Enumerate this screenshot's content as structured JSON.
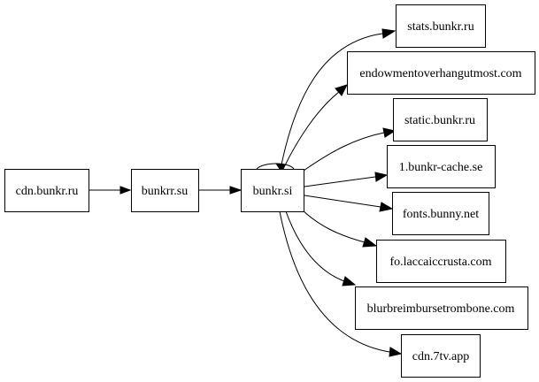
{
  "graph": {
    "nodes": [
      {
        "id": "cdn_bunkr_ru",
        "label": "cdn.bunkr.ru"
      },
      {
        "id": "bunkrr_su",
        "label": "bunkrr.su"
      },
      {
        "id": "bunkr_si",
        "label": "bunkr.si"
      },
      {
        "id": "stats_bunkr_ru",
        "label": "stats.bunkr.ru"
      },
      {
        "id": "endowment",
        "label": "endowmentoverhangutmost.com"
      },
      {
        "id": "static_bunkr_ru",
        "label": "static.bunkr.ru"
      },
      {
        "id": "bunkr_cache",
        "label": "1.bunkr-cache.se"
      },
      {
        "id": "fonts_bunny",
        "label": "fonts.bunny.net"
      },
      {
        "id": "fo_laccaiccrusta",
        "label": "fo.laccaiccrusta.com"
      },
      {
        "id": "blurbreim",
        "label": "blurbreimbursetrombone.com"
      },
      {
        "id": "cdn_7tv",
        "label": "cdn.7tv.app"
      }
    ],
    "edges": [
      {
        "from": "cdn_bunkr_ru",
        "to": "bunkrr_su"
      },
      {
        "from": "bunkrr_su",
        "to": "bunkr_si"
      },
      {
        "from": "bunkr_si",
        "to": "bunkr_si"
      },
      {
        "from": "bunkr_si",
        "to": "stats_bunkr_ru"
      },
      {
        "from": "bunkr_si",
        "to": "endowment"
      },
      {
        "from": "bunkr_si",
        "to": "static_bunkr_ru"
      },
      {
        "from": "bunkr_si",
        "to": "bunkr_cache"
      },
      {
        "from": "bunkr_si",
        "to": "fonts_bunny"
      },
      {
        "from": "bunkr_si",
        "to": "fo_laccaiccrusta"
      },
      {
        "from": "bunkr_si",
        "to": "blurbreim"
      },
      {
        "from": "bunkr_si",
        "to": "cdn_7tv"
      }
    ]
  }
}
